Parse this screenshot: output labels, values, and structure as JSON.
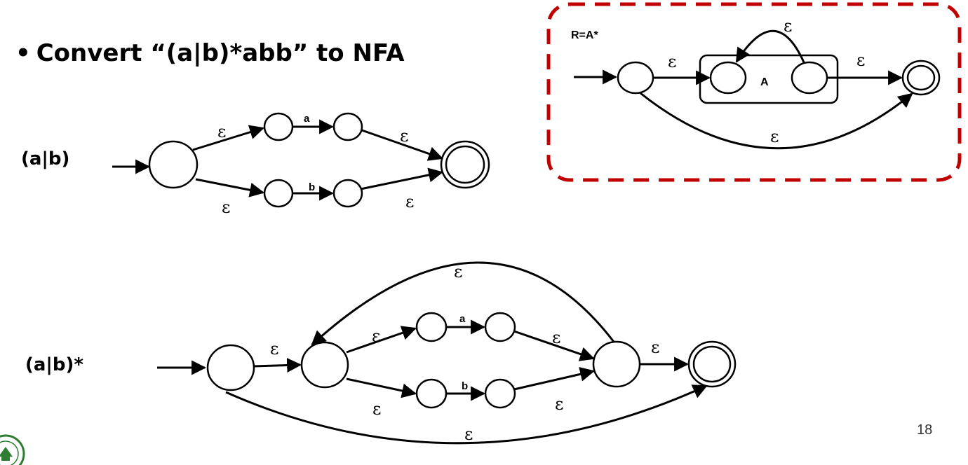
{
  "title": "Convert “(a|b)*abb” to NFA",
  "diagram1": {
    "label": "(a|b)",
    "edge_labels": {
      "eps1": "ε",
      "eps2": "ε",
      "eps3": "ε",
      "eps4": "ε",
      "a": "a",
      "b": "b"
    }
  },
  "diagram2": {
    "label": "(a|b)*",
    "edge_labels": {
      "eps_loop": "ε",
      "eps_in": "ε",
      "eps_up": "ε",
      "eps_down": "ε",
      "eps_up_out": "ε",
      "eps_down_out": "ε",
      "eps_out": "ε",
      "eps_bypass": "ε",
      "a": "a",
      "b": "b"
    }
  },
  "star_box": {
    "label": "R=A*",
    "box_label": "A",
    "edge_labels": {
      "eps_in": "ε",
      "eps_loop": "ε",
      "eps_out": "ε",
      "eps_bypass": "ε"
    },
    "border_color": "#c00000"
  },
  "page_number": "18",
  "logo_colors": {
    "ring": "#2e7d32"
  }
}
